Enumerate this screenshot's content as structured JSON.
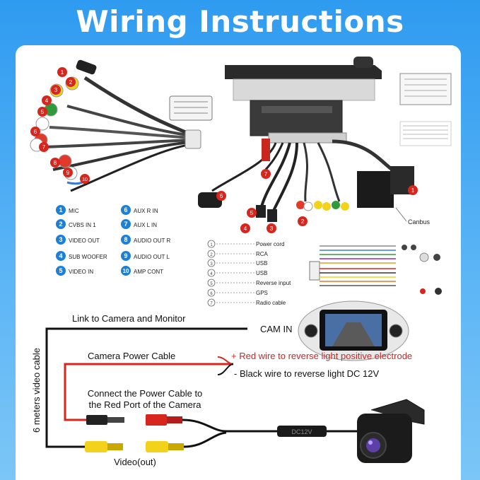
{
  "title": "Wiring Instructions",
  "harness_legend": [
    {
      "num": "1",
      "label": "MIC"
    },
    {
      "num": "2",
      "label": "CVBS IN 1"
    },
    {
      "num": "3",
      "label": "VIDEO OUT"
    },
    {
      "num": "4",
      "label": "SUB WOOFER"
    },
    {
      "num": "5",
      "label": "VIDEO IN"
    },
    {
      "num": "6",
      "label": "AUX R IN"
    },
    {
      "num": "7",
      "label": "AUX L IN"
    },
    {
      "num": "8",
      "label": "AUDIO OUT R"
    },
    {
      "num": "9",
      "label": "AUDIO OUT L"
    },
    {
      "num": "10",
      "label": "AMP CONT"
    }
  ],
  "radio_legend": [
    {
      "num": "1",
      "label": "Power cord"
    },
    {
      "num": "2",
      "label": "RCA"
    },
    {
      "num": "3",
      "label": "USB"
    },
    {
      "num": "4",
      "label": "USB"
    },
    {
      "num": "5",
      "label": "Reverse input"
    },
    {
      "num": "6",
      "label": "GPS"
    },
    {
      "num": "7",
      "label": "Radio cable"
    }
  ],
  "callout_nums": [
    "1",
    "2",
    "3",
    "4",
    "5",
    "6",
    "7",
    "8",
    "9",
    "10"
  ],
  "radio_callouts": [
    "1",
    "2",
    "3",
    "4",
    "5",
    "6",
    "7"
  ],
  "canbus_label": "Canbus",
  "camera": {
    "link_label": "Link to Camera and Monitor",
    "cam_in": "CAM IN",
    "power_cable": "Camera Power Cable",
    "red_wire": "+ Red wire to reverse light positive electrode",
    "black_wire": "- Black wire to reverse light DC 12V",
    "connect_line1": "Connect the Power Cable to",
    "connect_line2": "the Red Port of the Camera",
    "video_out": "Video(out)",
    "cable_length": "6 meters video cable",
    "dc_label": "DC12V"
  },
  "colors": {
    "badge_blue": "#1e7fd6",
    "callout_red": "#d7261e",
    "red_text": "#c62828"
  }
}
